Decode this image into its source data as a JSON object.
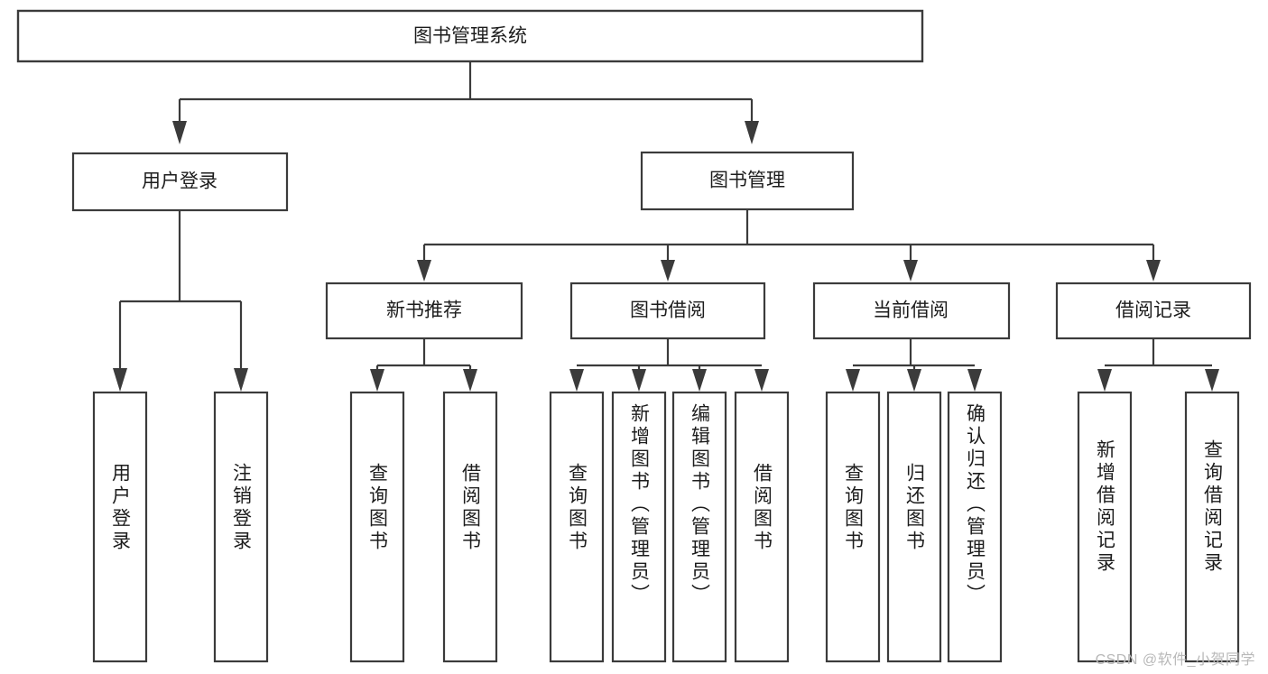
{
  "diagram": {
    "title": "图书管理系统",
    "type": "tree-hierarchy-diagram",
    "watermark": "CSDN @软件_小贺同学",
    "colors": {
      "background": "#ffffff",
      "box_fill": "#ffffff",
      "box_stroke": "#3b3b3b",
      "text": "#1d1d1d",
      "watermark": "#b9b9b9"
    },
    "root": {
      "id": "root",
      "label": "图书管理系统",
      "orientation": "horizontal"
    },
    "level2": [
      {
        "id": "user-login",
        "label": "用户登录",
        "orientation": "horizontal"
      },
      {
        "id": "book-manage",
        "label": "图书管理",
        "orientation": "horizontal"
      }
    ],
    "level3": [
      {
        "id": "new-book-recommend",
        "label": "新书推荐",
        "orientation": "horizontal",
        "parent": "book-manage"
      },
      {
        "id": "book-borrow",
        "label": "图书借阅",
        "orientation": "horizontal",
        "parent": "book-manage"
      },
      {
        "id": "current-borrow",
        "label": "当前借阅",
        "orientation": "horizontal",
        "parent": "book-manage"
      },
      {
        "id": "borrow-record",
        "label": "借阅记录",
        "orientation": "horizontal",
        "parent": "book-manage"
      }
    ],
    "leaves": {
      "user-login": [
        {
          "id": "leaf-user-login",
          "label": "用户登录",
          "orientation": "vertical"
        },
        {
          "id": "leaf-logout",
          "label": "注销登录",
          "orientation": "vertical"
        }
      ],
      "new-book-recommend": [
        {
          "id": "leaf-query-book-1",
          "label": "查询图书",
          "orientation": "vertical"
        },
        {
          "id": "leaf-borrow-book-1",
          "label": "借阅图书",
          "orientation": "vertical"
        }
      ],
      "book-borrow": [
        {
          "id": "leaf-query-book-2",
          "label": "查询图书",
          "orientation": "vertical"
        },
        {
          "id": "leaf-add-book",
          "label": "新增图书（管理员）",
          "orientation": "vertical"
        },
        {
          "id": "leaf-edit-book",
          "label": "编辑图书（管理员）",
          "orientation": "vertical"
        },
        {
          "id": "leaf-borrow-book-2",
          "label": "借阅图书",
          "orientation": "vertical"
        }
      ],
      "current-borrow": [
        {
          "id": "leaf-query-book-3",
          "label": "查询图书",
          "orientation": "vertical"
        },
        {
          "id": "leaf-return-book",
          "label": "归还图书",
          "orientation": "vertical"
        },
        {
          "id": "leaf-confirm-return",
          "label": "确认归还（管理员）",
          "orientation": "vertical"
        }
      ],
      "borrow-record": [
        {
          "id": "leaf-add-record",
          "label": "新增借阅记录",
          "orientation": "vertical"
        },
        {
          "id": "leaf-query-record",
          "label": "查询借阅记录",
          "orientation": "vertical"
        }
      ]
    }
  }
}
